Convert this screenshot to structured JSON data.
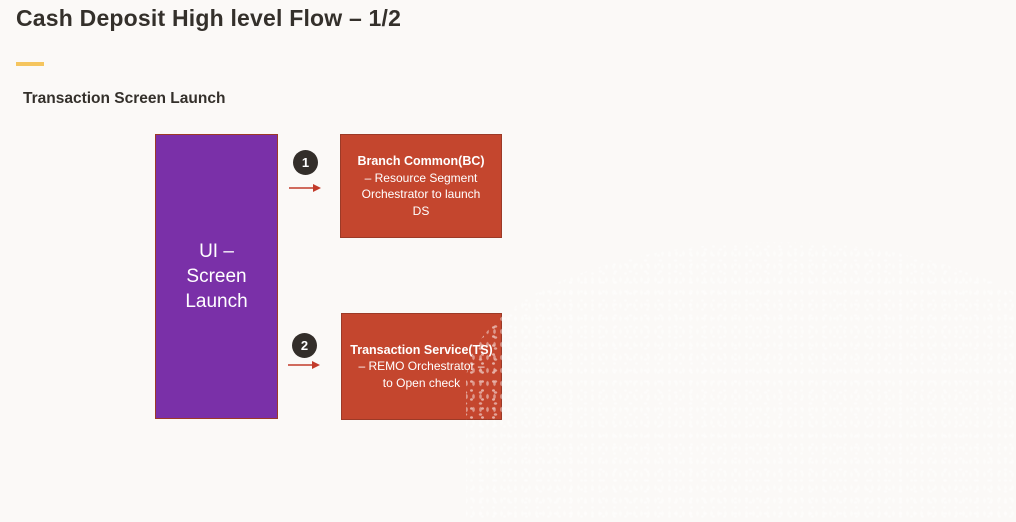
{
  "page": {
    "title": "Cash Deposit High level Flow – 1/2",
    "section_title": "Transaction Screen Launch"
  },
  "colors": {
    "background": "#FBF9F7",
    "text": "#34302B",
    "accent": "#F5C55E",
    "purple": "#7A30A8",
    "red": "#C4462E",
    "box_border": "#9C3A27",
    "circle": "#332E2A",
    "arrow": "#C23B2A"
  },
  "diagram": {
    "source_node": {
      "label": "UI –\nScreen\nLaunch"
    },
    "steps": [
      {
        "number": "1",
        "target_title": "Branch Common(BC)",
        "target_desc": "– Resource Segment\nOrchestrator to launch\nDS"
      },
      {
        "number": "2",
        "target_title": "Transaction Service(TS)",
        "target_desc": "– REMO Orchestrator –\nto Open check"
      }
    ]
  }
}
